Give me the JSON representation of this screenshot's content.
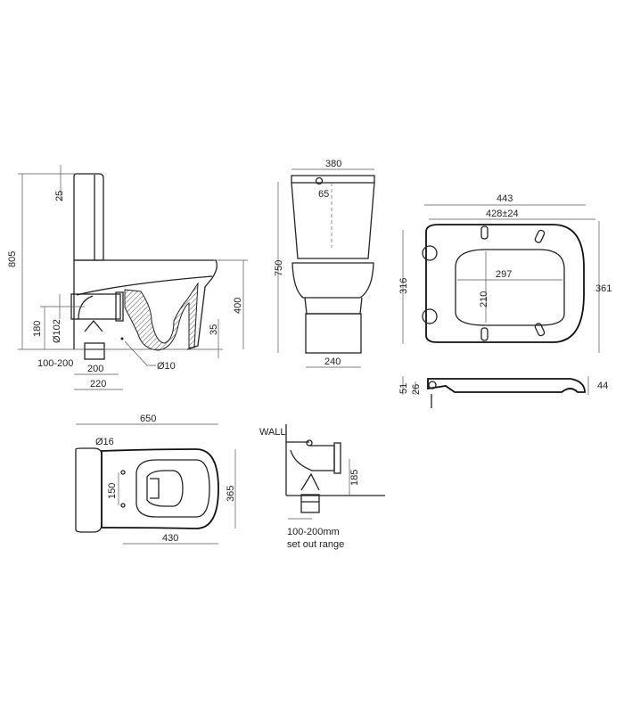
{
  "side_view": {
    "total_height": "805",
    "lid_thickness": "25",
    "seat_height": "400",
    "outlet_height": "180",
    "outlet_diameter": "Ø102",
    "fixing_height": "35",
    "setout_range": "100-200",
    "outlet_to_center": "200",
    "outlet_to_fixing": "220",
    "fixing_hole": "Ø10"
  },
  "front_view": {
    "cistern_width": "380",
    "button_offset": "65",
    "height": "750",
    "base_width": "240"
  },
  "seat_top_view": {
    "overall_width": "443",
    "hinge_range": "428±24",
    "overall_depth": "361",
    "hinge_span": "316",
    "opening_length": "297",
    "opening_width": "210"
  },
  "seat_side_view": {
    "total_height": "51",
    "hinge_height": "26",
    "seat_thickness": "44"
  },
  "plan_view": {
    "overall_length": "650",
    "overall_width": "365",
    "fixing_hole": "Ø16",
    "fixing_spacing": "150",
    "fixing_to_front": "430"
  },
  "wall_detail": {
    "wall_label": "WALL",
    "outlet_height": "185",
    "range_note_line1": "100-200mm",
    "range_note_line2": "set out range"
  }
}
